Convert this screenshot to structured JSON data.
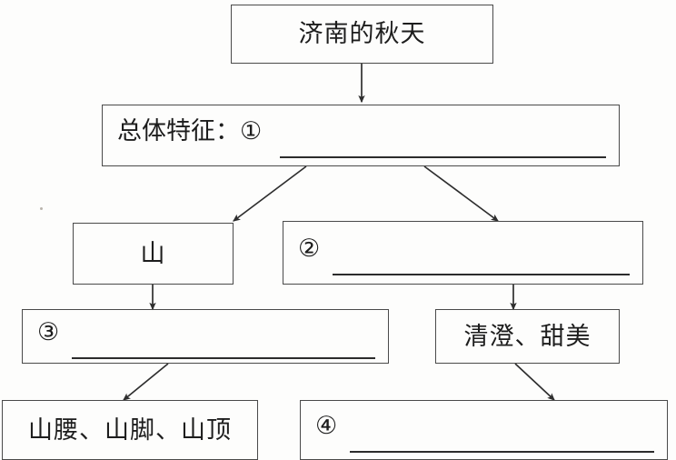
{
  "diagram": {
    "title_node": {
      "label": "济南的秋天"
    },
    "overall_node": {
      "label": "总体特征：",
      "marker": "①"
    },
    "mountain_node": {
      "label": "山"
    },
    "node_two": {
      "marker": "②"
    },
    "node_three": {
      "marker": "③"
    },
    "water_quality_node": {
      "label": "清澄、甜美"
    },
    "mountain_parts_node": {
      "label": "山腰、山脚、山顶"
    },
    "node_four": {
      "marker": "④"
    }
  },
  "chart_data": {
    "type": "diagram",
    "title": "济南的秋天",
    "nodes": [
      {
        "id": "title",
        "label": "济南的秋天",
        "level": 0
      },
      {
        "id": "overall",
        "label": "总体特征：①",
        "level": 1
      },
      {
        "id": "mountain",
        "label": "山",
        "level": 2
      },
      {
        "id": "two",
        "label": "②",
        "level": 2
      },
      {
        "id": "three",
        "label": "③",
        "level": 3
      },
      {
        "id": "water",
        "label": "清澄、甜美",
        "level": 3
      },
      {
        "id": "parts",
        "label": "山腰、山脚、山顶",
        "level": 4
      },
      {
        "id": "four",
        "label": "④",
        "level": 4
      }
    ],
    "edges": [
      {
        "from": "title",
        "to": "overall"
      },
      {
        "from": "overall",
        "to": "mountain"
      },
      {
        "from": "overall",
        "to": "two"
      },
      {
        "from": "mountain",
        "to": "three"
      },
      {
        "from": "two",
        "to": "water"
      },
      {
        "from": "three",
        "to": "parts"
      },
      {
        "from": "water",
        "to": "four"
      }
    ]
  },
  "colors": {
    "line": "#4a4a4a",
    "text": "#1d1d1d",
    "background": "#fdfdfc"
  }
}
